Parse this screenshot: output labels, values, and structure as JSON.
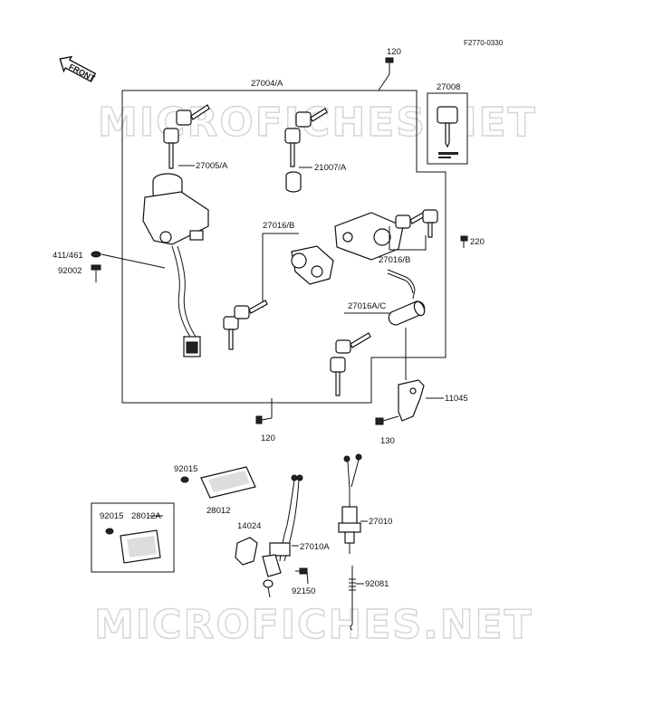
{
  "figure_id": "F2770-0330",
  "front_label": "FRONT",
  "watermark": "MICROFICHES.NET",
  "parts": {
    "p120_top": "120",
    "p27004A": "27004/A",
    "p27008": "27008",
    "p27005A": "27005/A",
    "p21007A": "21007/A",
    "p27016B_left": "27016/B",
    "p27016B_right": "27016/B",
    "p220": "220",
    "p411_461": "411/461",
    "p92002": "92002",
    "p27016AC": "27016A/C",
    "p11045": "11045",
    "p120_bottom": "120",
    "p130": "130",
    "p92015_a": "92015",
    "p28012": "28012",
    "p92015_b": "92015",
    "p28012A": "28012A",
    "p14024": "14024",
    "p27010A": "27010A",
    "p27010": "27010",
    "p92150": "92150",
    "p92081": "92081"
  }
}
